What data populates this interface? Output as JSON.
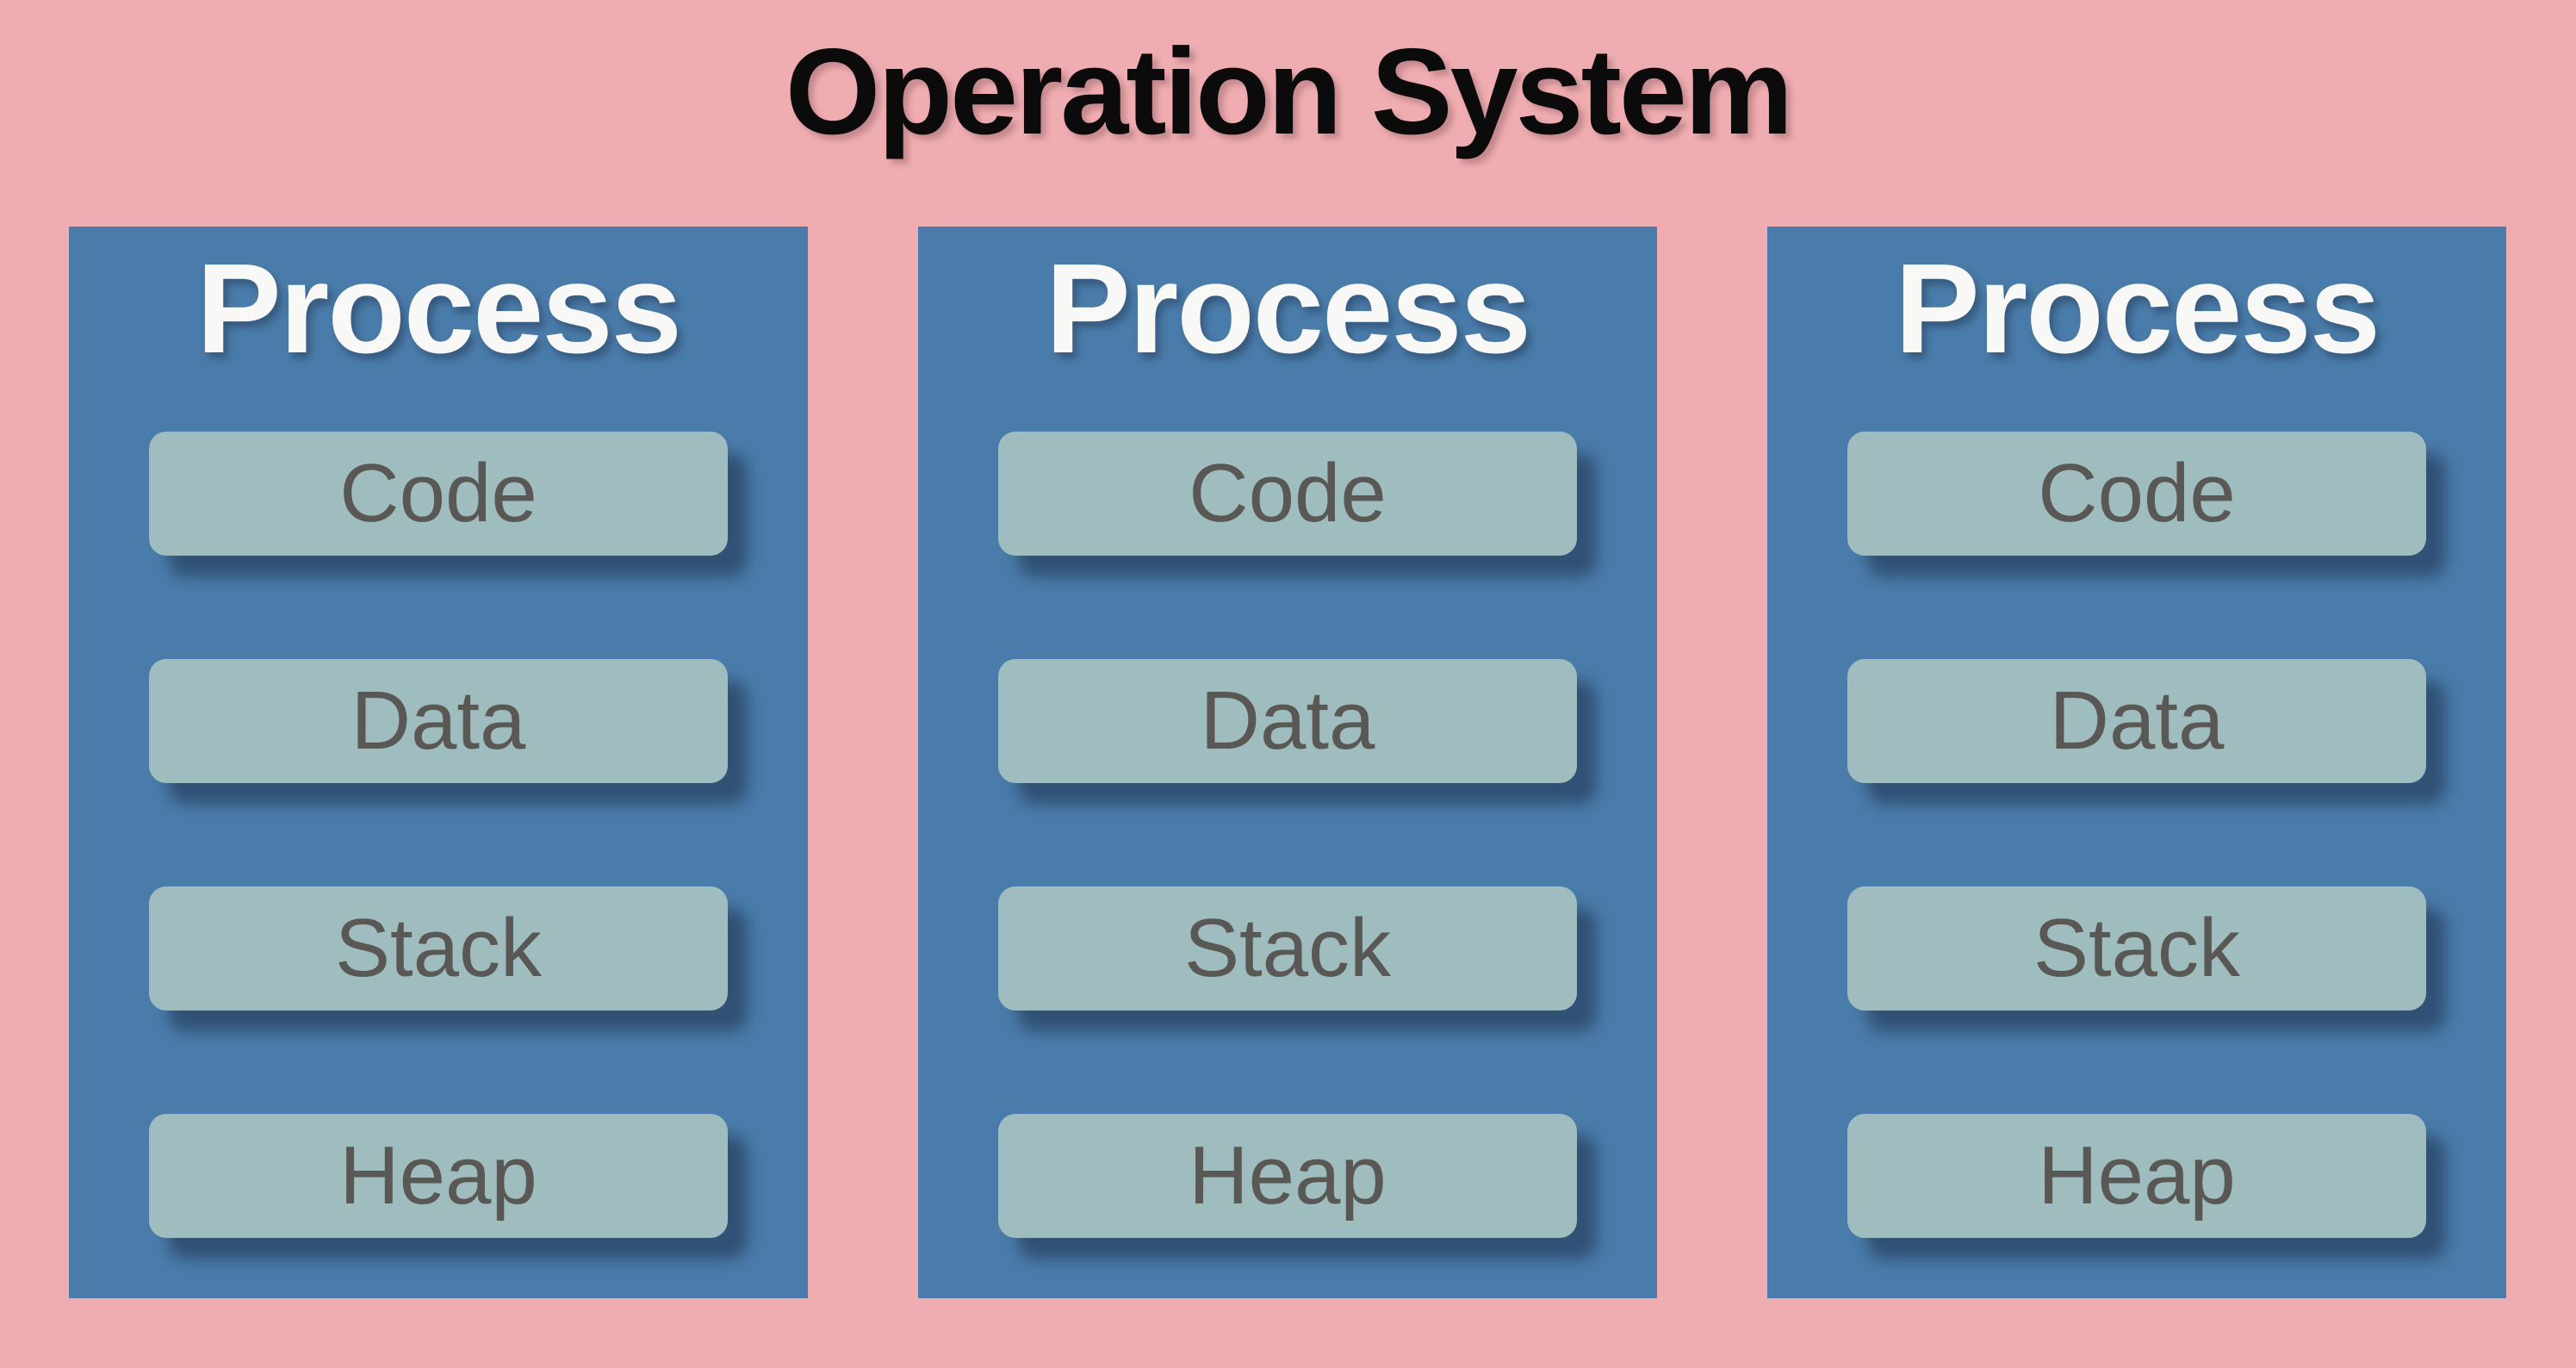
{
  "title": "Operation System",
  "processes": [
    {
      "title": "Process",
      "segments": [
        "Code",
        "Data",
        "Stack",
        "Heap"
      ]
    },
    {
      "title": "Process",
      "segments": [
        "Code",
        "Data",
        "Stack",
        "Heap"
      ]
    },
    {
      "title": "Process",
      "segments": [
        "Code",
        "Data",
        "Stack",
        "Heap"
      ]
    }
  ],
  "colors": {
    "background": "#F0ADB1",
    "process_box": "#4A7CAB",
    "segment_box": "#9FBDBF",
    "segment_text": "#5A5855",
    "process_title_text": "#F8F8F6",
    "title_text": "#0B0B0B",
    "segment_shadow": "rgba(23,40,63,0.50)"
  }
}
